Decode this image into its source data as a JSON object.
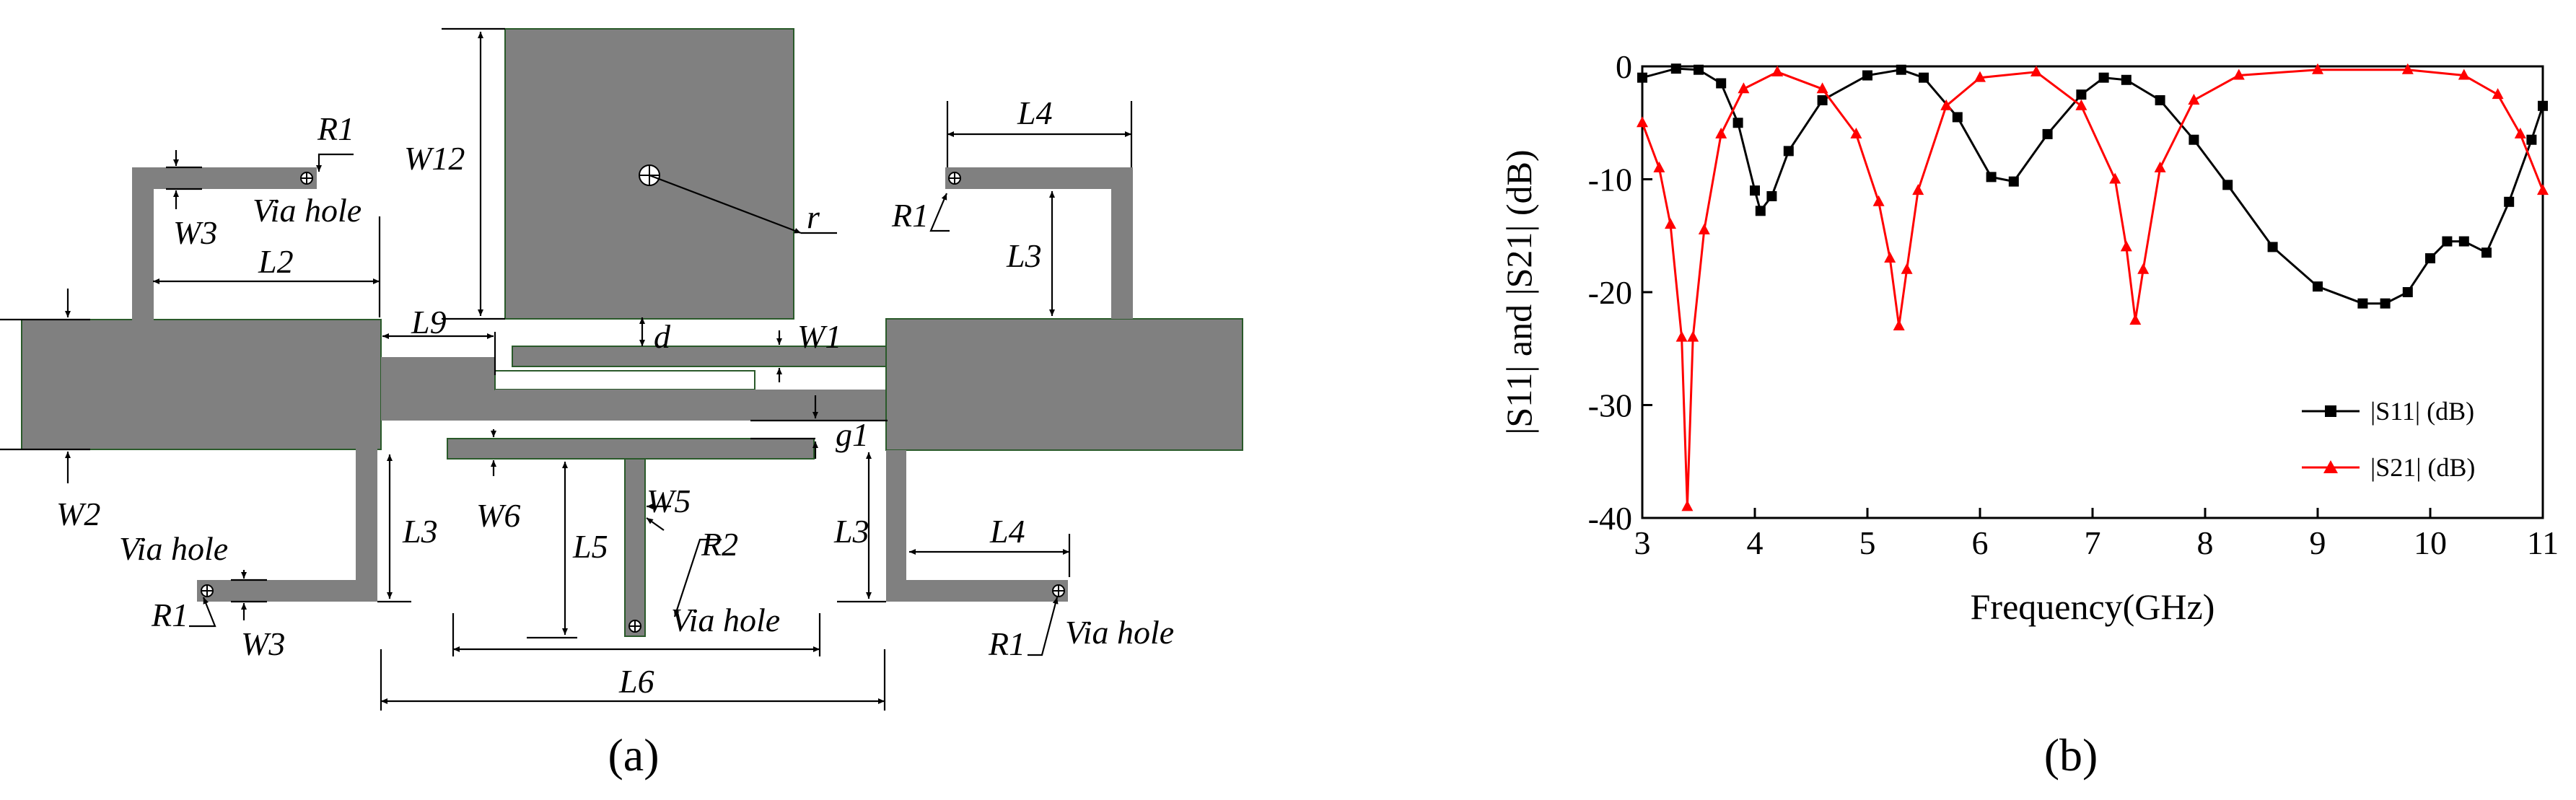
{
  "panel_a": {
    "caption": "(a)",
    "labels": {
      "R1": "R1",
      "R2": "R2",
      "r": "r",
      "d": "d",
      "W1": "W1",
      "W2": "W2",
      "W3": "W3",
      "W5": "W5",
      "W6": "W6",
      "W12": "W12",
      "L2": "L2",
      "L3": "L3",
      "L4": "L4",
      "L5": "L5",
      "L6": "L6",
      "L9": "L9",
      "g1": "g1",
      "via_hole": "Via hole"
    }
  },
  "panel_b": {
    "caption": "(b)",
    "chart_data": {
      "type": "line",
      "xlabel": "Frequency(GHz)",
      "ylabel": "|S11| and |S21| (dB)",
      "xlim": [
        3,
        11
      ],
      "ylim": [
        -40,
        0
      ],
      "xticks": [
        3,
        4,
        5,
        6,
        7,
        8,
        9,
        10,
        11
      ],
      "yticks": [
        0,
        -10,
        -20,
        -30,
        -40
      ],
      "legend_position": "bottom-right",
      "series": [
        {
          "name": "|S11| (dB)",
          "color": "#000000",
          "marker": "square",
          "x": [
            3.0,
            3.3,
            3.5,
            3.7,
            3.85,
            4.0,
            4.05,
            4.15,
            4.3,
            4.6,
            5.0,
            5.3,
            5.5,
            5.8,
            6.1,
            6.3,
            6.6,
            6.9,
            7.1,
            7.3,
            7.6,
            7.9,
            8.2,
            8.6,
            9.0,
            9.4,
            9.6,
            9.8,
            10.0,
            10.15,
            10.3,
            10.5,
            10.7,
            10.9,
            11.0
          ],
          "y": [
            -1.0,
            -0.2,
            -0.3,
            -1.5,
            -5.0,
            -11.0,
            -12.8,
            -11.5,
            -7.5,
            -3.0,
            -0.8,
            -0.3,
            -1.0,
            -4.5,
            -9.8,
            -10.2,
            -6.0,
            -2.5,
            -1.0,
            -1.2,
            -3.0,
            -6.5,
            -10.5,
            -16.0,
            -19.5,
            -21.0,
            -21.0,
            -20.0,
            -17.0,
            -15.5,
            -15.5,
            -16.5,
            -12.0,
            -6.5,
            -3.5
          ]
        },
        {
          "name": "|S21| (dB)",
          "color": "#ff0000",
          "marker": "triangle",
          "x": [
            3.0,
            3.15,
            3.25,
            3.35,
            3.4,
            3.45,
            3.55,
            3.7,
            3.9,
            4.2,
            4.6,
            4.9,
            5.1,
            5.2,
            5.28,
            5.35,
            5.45,
            5.7,
            6.0,
            6.5,
            6.9,
            7.2,
            7.3,
            7.38,
            7.45,
            7.6,
            7.9,
            8.3,
            9.0,
            9.8,
            10.3,
            10.6,
            10.8,
            11.0
          ],
          "y": [
            -5.0,
            -9.0,
            -14.0,
            -24.0,
            -39.0,
            -24.0,
            -14.5,
            -6.0,
            -2.0,
            -0.5,
            -2.0,
            -6.0,
            -12.0,
            -17.0,
            -23.0,
            -18.0,
            -11.0,
            -3.5,
            -1.0,
            -0.5,
            -3.5,
            -10.0,
            -16.0,
            -22.5,
            -18.0,
            -9.0,
            -3.0,
            -0.8,
            -0.3,
            -0.3,
            -0.8,
            -2.5,
            -6.0,
            -11.0
          ]
        }
      ]
    }
  }
}
